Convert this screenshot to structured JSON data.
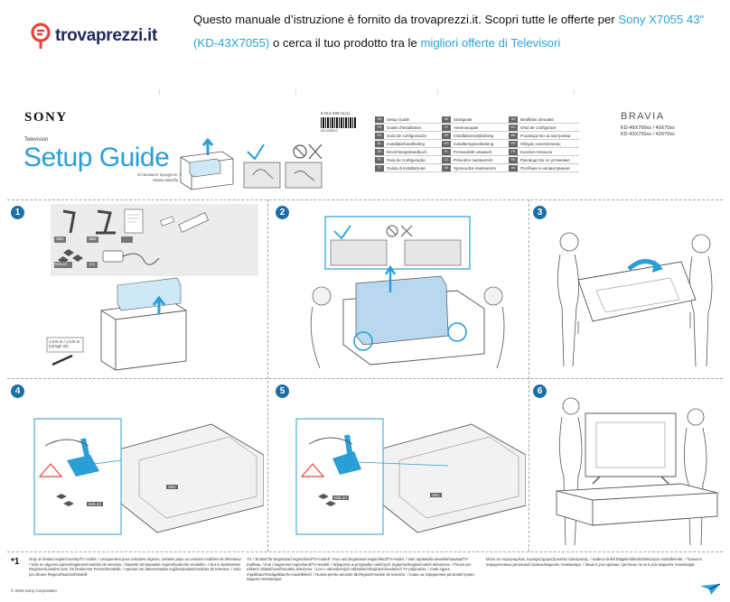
{
  "banner": {
    "logo_name": "trovaprezzi",
    "logo_tld": ".it",
    "line1_a": "Questo manuale d’istruzione è fornito da trovaprezzi.it. Scopri tutte le offerte per ",
    "line1_link": "Sony X7055 43\"",
    "line2_link1": "(KD-43X7055)",
    "line2_mid": " o cerca il tuo prodotto tra le ",
    "line2_link2": "migliori offerte di Televisori"
  },
  "header": {
    "brand": "SONY",
    "category": "Television",
    "title": "Setup Guide",
    "subtitle_1": "Установите продукта: Телевизор",
    "subtitle_2": "Назва виробу: Телевізор",
    "doc_number": "5-013-498-11(1)",
    "barcode_number": "5013498111",
    "product_line": "BRAVIA",
    "models_1": "KD-49X700xx / 49X70xx",
    "models_2": "KD-43X700xx / 43X70xx"
  },
  "languages_col1": [
    {
      "code": "GB",
      "name": "Setup Guide"
    },
    {
      "code": "FR",
      "name": "Guide d’installation"
    },
    {
      "code": "ES",
      "name": "Guía de configuración"
    },
    {
      "code": "NL",
      "name": "Installatiehandleiding"
    },
    {
      "code": "DE",
      "name": "Einrichtungshandbuch"
    },
    {
      "code": "PT",
      "name": "Guia de configuração"
    },
    {
      "code": "IT",
      "name": "Guida di installazione"
    }
  ],
  "languages_col2": [
    {
      "code": "DK",
      "name": "Startguide"
    },
    {
      "code": "FI",
      "name": "Asennusopas"
    },
    {
      "code": "SE",
      "name": "Installationsvejledning"
    },
    {
      "code": "NO",
      "name": "Installeringsveiledning"
    },
    {
      "code": "PL",
      "name": "Przewodnik ustawień"
    },
    {
      "code": "CZ",
      "name": "Průvodce nastavením"
    },
    {
      "code": "SK",
      "name": "Sprievodca nastavením"
    }
  ],
  "languages_col3": [
    {
      "code": "HU",
      "name": "Beállítási útmutató"
    },
    {
      "code": "RO",
      "name": "Ghid de configurare"
    },
    {
      "code": "BG",
      "name": "Ръководство за настройка"
    },
    {
      "code": "GR",
      "name": "Οδηγός εγκατάστασης"
    },
    {
      "code": "TR",
      "name": "Kurulum Kılavuzu"
    },
    {
      "code": "RU",
      "name": "Руководство по установке"
    },
    {
      "code": "UA",
      "name": "Посібник із налаштування"
    }
  ],
  "steps": {
    "s1": "1",
    "s2": "2",
    "s3": "3",
    "s4": "4",
    "s5": "5",
    "s6": "6"
  },
  "parts": {
    "sb1": "SB1",
    "sb2": "SB2",
    "m4l10": "M4L10",
    "c1": "C1",
    "torque_1": "1.5 N·m / 1.5 N·m",
    "torque_2": "{15 kgf·cm}"
  },
  "step4_labels": {
    "m4l10": "M4L10",
    "sb2": "SB2"
  },
  "step5_labels": {
    "m4l10": "M4L10",
    "sb1": "SB1"
  },
  "footnote": {
    "mark": "*1",
    "col1": "Only on limited region/country/TV model. / Uniquement pour certaines régions, certains pays ou certains modèles de téléviseur. / Solo en algunos países/regiones/modelos de televisor. / Beperkt tot bepaalde regio’s/landen/tv-modellen. / Nur in bestimmten Regionen/Ländern bzw. für bestimmte Fernsehmodelle. / Apenas em determinadas regiões/países/modelos de televisor. / Solo per alcune Regioni/Nazioni/Modelli",
    "col2": "TV. / Endast för begränsad region/land/TV-modell. / Kun ved begrænset region/land/TV-model. / Vain rajoitetulla alueella/maassa/TV-mallissa. / Kun i begrenset region/land/TV-modell. / Wyłącznie w przypadku niektórych regionów/krajów/modeli telewizora. / Pouze pro některé oblasti/země/modely televizoru. / Len v obmedzených oblastiach/krajinách/modeloch TV prijímačov. / Csak egyes régiókban/országokban/tv-modelleknél. / Numai pentru anumite țări/regiuni/modele de televizor. / Само за определени региони/страни модели телевизори.",
    "col3": "Μόνο σε περιορισμένες περιοχές/χώρες/μοντέλα τηλεόρασης. / Sadece belirli bölgeler/ülkeler/televizyon modellerinde. / Только в определенных регионах/странах/моделях телевизора. / Лише в усіх країнах і регіонах та не в усіх моделях телевізорів.",
    "copyright": "© 2020 Sony Corporation"
  },
  "colors": {
    "accent": "#2a9fd6",
    "step_badge": "#1a6fa8",
    "link": "#2aa4d8",
    "logo": "#1e2a5a",
    "logo_mark": "#e8443a"
  }
}
